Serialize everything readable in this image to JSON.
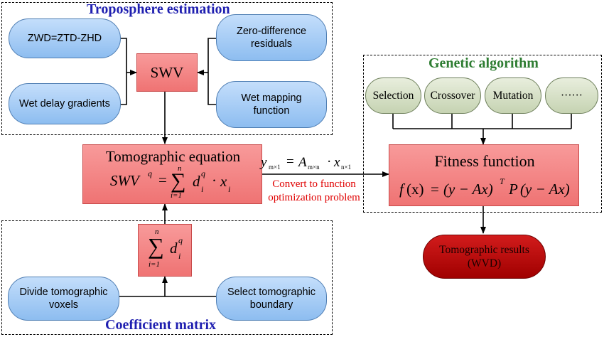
{
  "troposphere": {
    "title": "Troposphere estimation",
    "zwd": "ZWD=ZTD-ZHD",
    "wet_delay": "Wet delay gradients",
    "zero_diff": "Zero-difference residuals",
    "wet_mapping": "Wet mapping function",
    "swv": "SWV"
  },
  "genetic": {
    "title": "Genetic algorithm",
    "items": [
      "Selection",
      "Crossover",
      "Mutation",
      "······"
    ]
  },
  "tomographic": {
    "title": "Tomographic equation",
    "lhs": "SWV",
    "lhs_sup": "q",
    "equals": "=",
    "sum_top": "n",
    "sum_bottom": "i=1",
    "term_d": "d",
    "term_d_sup": "q",
    "term_d_sub": "i",
    "dot": "·",
    "term_x": "x",
    "term_x_sub": "i"
  },
  "convert": {
    "equation_y": "y",
    "equation_y_sub": "m×1",
    "equation_eq": "=",
    "equation_a": "A",
    "equation_a_sub": "m×n",
    "equation_dot": "·",
    "equation_x": "x",
    "equation_x_sub": "n×1",
    "line1": "Convert to function",
    "line2": "optimization problem",
    "color": "#e00000"
  },
  "fitness": {
    "title": "Fitness function",
    "formula_f": "f",
    "formula_x": "(x)",
    "formula_eq": "=",
    "formula_left": "(y − Ax)",
    "formula_T": "T",
    "formula_P": "P",
    "formula_right": "(y − Ax)"
  },
  "results": {
    "line1": "Tomographic results",
    "line2": "(WVD)",
    "color": "#b30000"
  },
  "coefficient": {
    "title": "Coefficient matrix",
    "sum_top": "n",
    "sum_bottom": "i=1",
    "term_d": "d",
    "term_d_sup": "q",
    "term_d_sub": "i",
    "divide": "Divide tomographic voxels",
    "select": "Select tomographic boundary"
  },
  "colors": {
    "title_blue": "#1f1fb0",
    "title_green": "#2e7d32",
    "pill_blue": "#a9cef6",
    "pill_green": "#d7e1c7",
    "box_red": "#f28585"
  }
}
